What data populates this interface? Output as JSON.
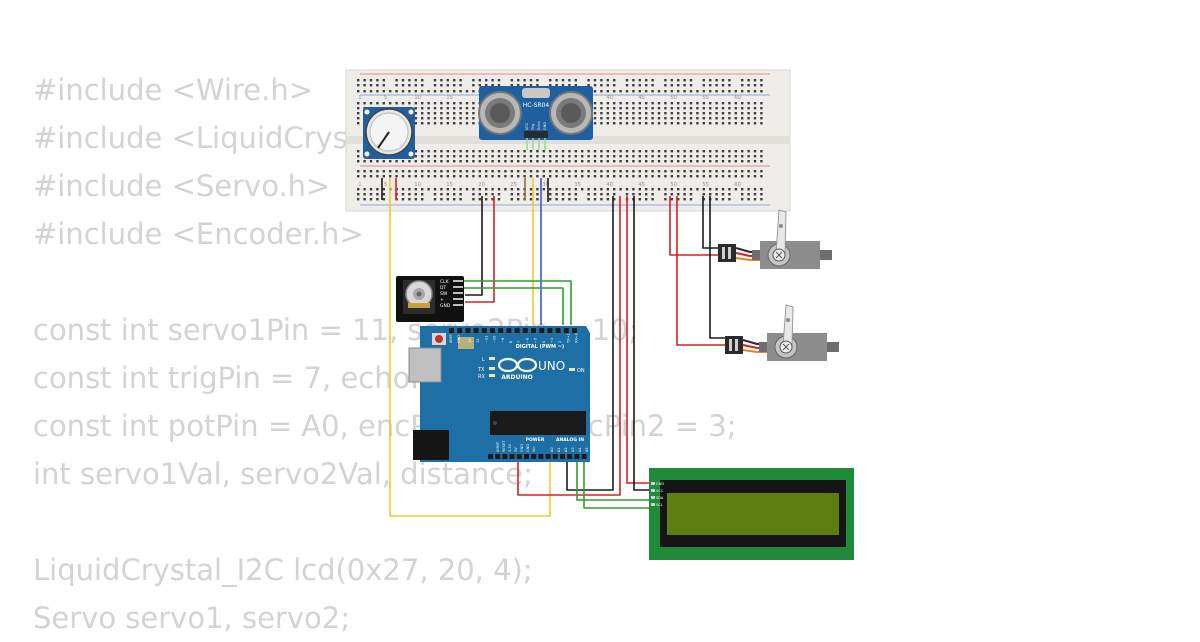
{
  "code_lines": [
    "#include <Wire.h>",
    "#include <LiquidCrystal_I2C.h>",
    "#include <Servo.h>",
    "#include <Encoder.h>",
    "",
    "const int servo1Pin = 11, servo2Pin = 10;",
    "const int trigPin = 7, echoPin = 6;",
    "const int potPin = A0, encPin1 = 2, encPin2 = 3;",
    "int servo1Val, servo2Val, distance;",
    "",
    "LiquidCrystal_I2C lcd(0x27, 20, 4);",
    "Servo servo1, servo2;"
  ],
  "breadboard": {
    "column_numbers": [
      "1",
      "5",
      "10",
      "15",
      "20",
      "25",
      "30",
      "35",
      "40",
      "45",
      "50",
      "55",
      "60"
    ]
  },
  "sensor": {
    "label": "HC-SR04",
    "pins": [
      "VCC",
      "Trig",
      "Echo",
      "GND"
    ]
  },
  "encoder": {
    "pins": [
      "CLK",
      "DT",
      "SW",
      "+",
      "GND"
    ]
  },
  "arduino": {
    "logo_text": "ARDUINO",
    "model": "UNO",
    "digital_label": "DIGITAL (PWM ~)",
    "power_label": "POWER",
    "analog_label": "ANALOG IN",
    "aref": "AREF",
    "gnd": "GND",
    "tx": "TX",
    "rx": "RX",
    "l": "L",
    "on": "ON",
    "digital_pins": [
      "13",
      "12",
      "~11",
      "~10",
      "~9",
      "8",
      "7",
      "~6",
      "~5",
      "4",
      "~3",
      "2",
      "TX→1",
      "RX←0"
    ],
    "power_pins": [
      "IOREF",
      "RESET",
      "3.3V",
      "5V",
      "GND",
      "GND",
      "Vin"
    ],
    "analog_pins": [
      "A0",
      "A1",
      "A2",
      "A3",
      "A4",
      "A5"
    ]
  },
  "lcd": {
    "pins": [
      "GND",
      "VCC",
      "SDA",
      "SCL"
    ]
  },
  "colors": {
    "code_text": "#d3d3d3",
    "breadboard": "#efedea",
    "arduino": "#1d6fa5",
    "lcd_board": "#1e8a3a",
    "lcd_screen": "#5e7d12",
    "wire_red": "#d62020",
    "wire_black": "#1a1a1a",
    "wire_green": "#2e9e2e",
    "wire_yellow": "#f0c830",
    "wire_blue": "#3a58c8",
    "wire_brown": "#a06a2a"
  }
}
